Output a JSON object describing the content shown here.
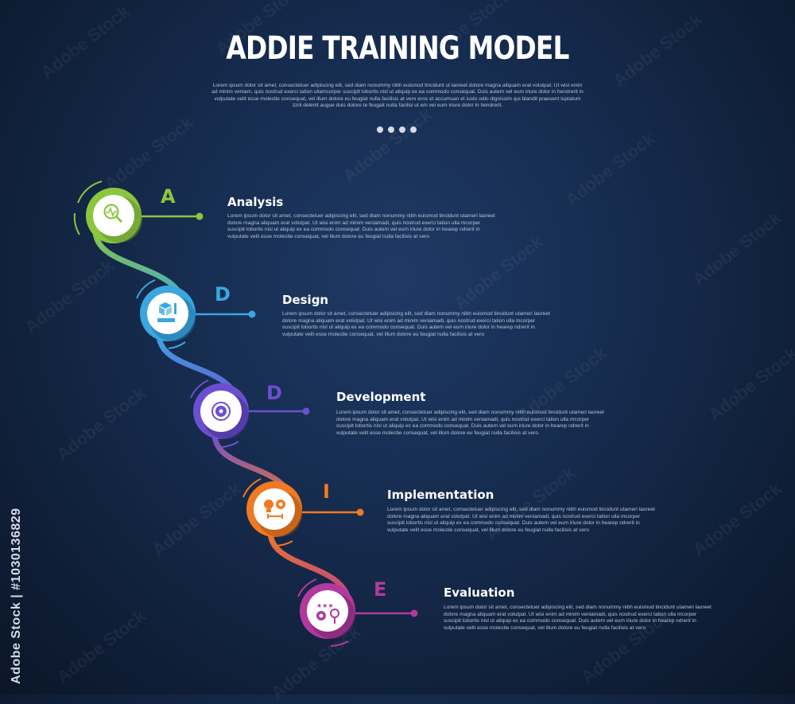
{
  "header": {
    "title": "ADDIE TRAINING MODEL",
    "subtitle": "Lorem ipsum dolor sit amet, consectetuer adipiscing elit, sed diam nonummy nibh euismod tincidunt ut laoreet dolore magna aliquam erat volutpat. Ut wisi enim ad minim veniam, quis nostrud exerci tation ullamcorper suscipit lobortis nisl ut aliquip ex ea commodo consequat. Duis autem vel eum iriure dolor in hendrerit in vulputate velit esse molestie consequat, vel illum dolore eu feugiat nulla facilisis at vero eros et accumsan et iusto odio dignissim qui blandit praesent luptatum zzril delenit augue duis dolore te feugait nulla facilisi ut em vel eum iriure dolor in hendrerit."
  },
  "steps": [
    {
      "letter": "A",
      "title": "Analysis",
      "icon": "magnifier-chart-icon",
      "color": "#8cc63f",
      "description": "Lorem ipsum dolor sit amet, consectetuer adipiscing elit, sed diam nonummy nibh euismod tincidunt utameri laoreet dolore magna aliquam erat volutpat. Ut wisi enim ad minim veniamadi, quis nostrud exerci tation ulla mcorper suscipit lobortis nisl ut aliquip ex ea commodo consequat. Duis autem vel eum iriure dolor in hearep ndrerit in vulputate velit esse molestie consequat, vel illum dolore eu feugiat nulla facilisis at vero"
    },
    {
      "letter": "D",
      "title": "Design",
      "icon": "cube-ruler-icon",
      "color": "#3aa7e0",
      "description": "Lorem ipsum dolor sit amet, consectetuer adipiscing elit, sed diam nonummy nibh euismod tincidunt utameri laoreet dolore magna aliquam erat volutpat. Ut wisi enim ad minim veniamadi, quis nostrud exerci tation ulla mcorper suscipit lobortis nisl ut aliquip ex ea commodo consequat. Duis autem vel eum iriure dolor in heareр ndrerit in vulputate velit esse molestie consequat, vel illum dolore eu feugiat nulla facilisis at vero"
    },
    {
      "letter": "D",
      "title": "Development",
      "icon": "gear-cycle-icon",
      "color": "#6c4fd1",
      "description": "Lorem ipsum dolor sit amet, consectetuer adipiscing elit, sed diam nonummy nibh euismod tincidunt utameri laoreet dolore magna aliquam erat volutpat. Ut wisi enim ad minim veniamadi, quis nostrud exerci tation ulla mcorper suscipit lobortis nisl ut aliquip ex ea commodo consequat. Duis autem vel eum iriure dolor in heareр ndrerit in vulputate velit esse molestie consequat, vel illum dolore eu feugiat nulla facilisis at vero"
    },
    {
      "letter": "I",
      "title": "Implementation",
      "icon": "bulb-gear-icon",
      "color": "#f07a22",
      "description": "Lorem ipsum dolor sit amet, consectetuer adipiscing elit, sed diam nonummy nibh euismod tincidunt utameri laoreet dolore magna aliquam erat volutpat. Ut wisi enim ad minim veniamadi, quis nostrud exerci tation ulla mcorper suscipit lobortis nisl ut aliquip ex ea commodo consequat. Duis autem vel eum iriure dolor in heareр ndrerit in vulputate velit esse molestie consequat, vel illum dolore eu feugiat nulla facilisis at vero"
    },
    {
      "letter": "E",
      "title": "Evaluation",
      "icon": "stars-gear-icon",
      "color": "#b03a9e",
      "description": "Lorem ipsum dolor sit amet, consectetuer adipiscing elit, sed diam nonummy nibh euismod tincidunt utameri laoreet dolore magna aliquam erat volutpat. Ut wisi enim ad minim veniamadi, quis nostrud exerci tation ulla mcorper suscipit lobortis nisl ut aliquip ex ea commodo consequat. Duis autem vel eum iriure dolor in heareр ndrerit in vulputate velit esse molestie consequat, vel illum dolore eu feugiat nulla facilisis at vero"
    }
  ],
  "watermark": {
    "side_text": "Adobe Stock | #1030136829",
    "tile_text": "Adobe Stock"
  }
}
